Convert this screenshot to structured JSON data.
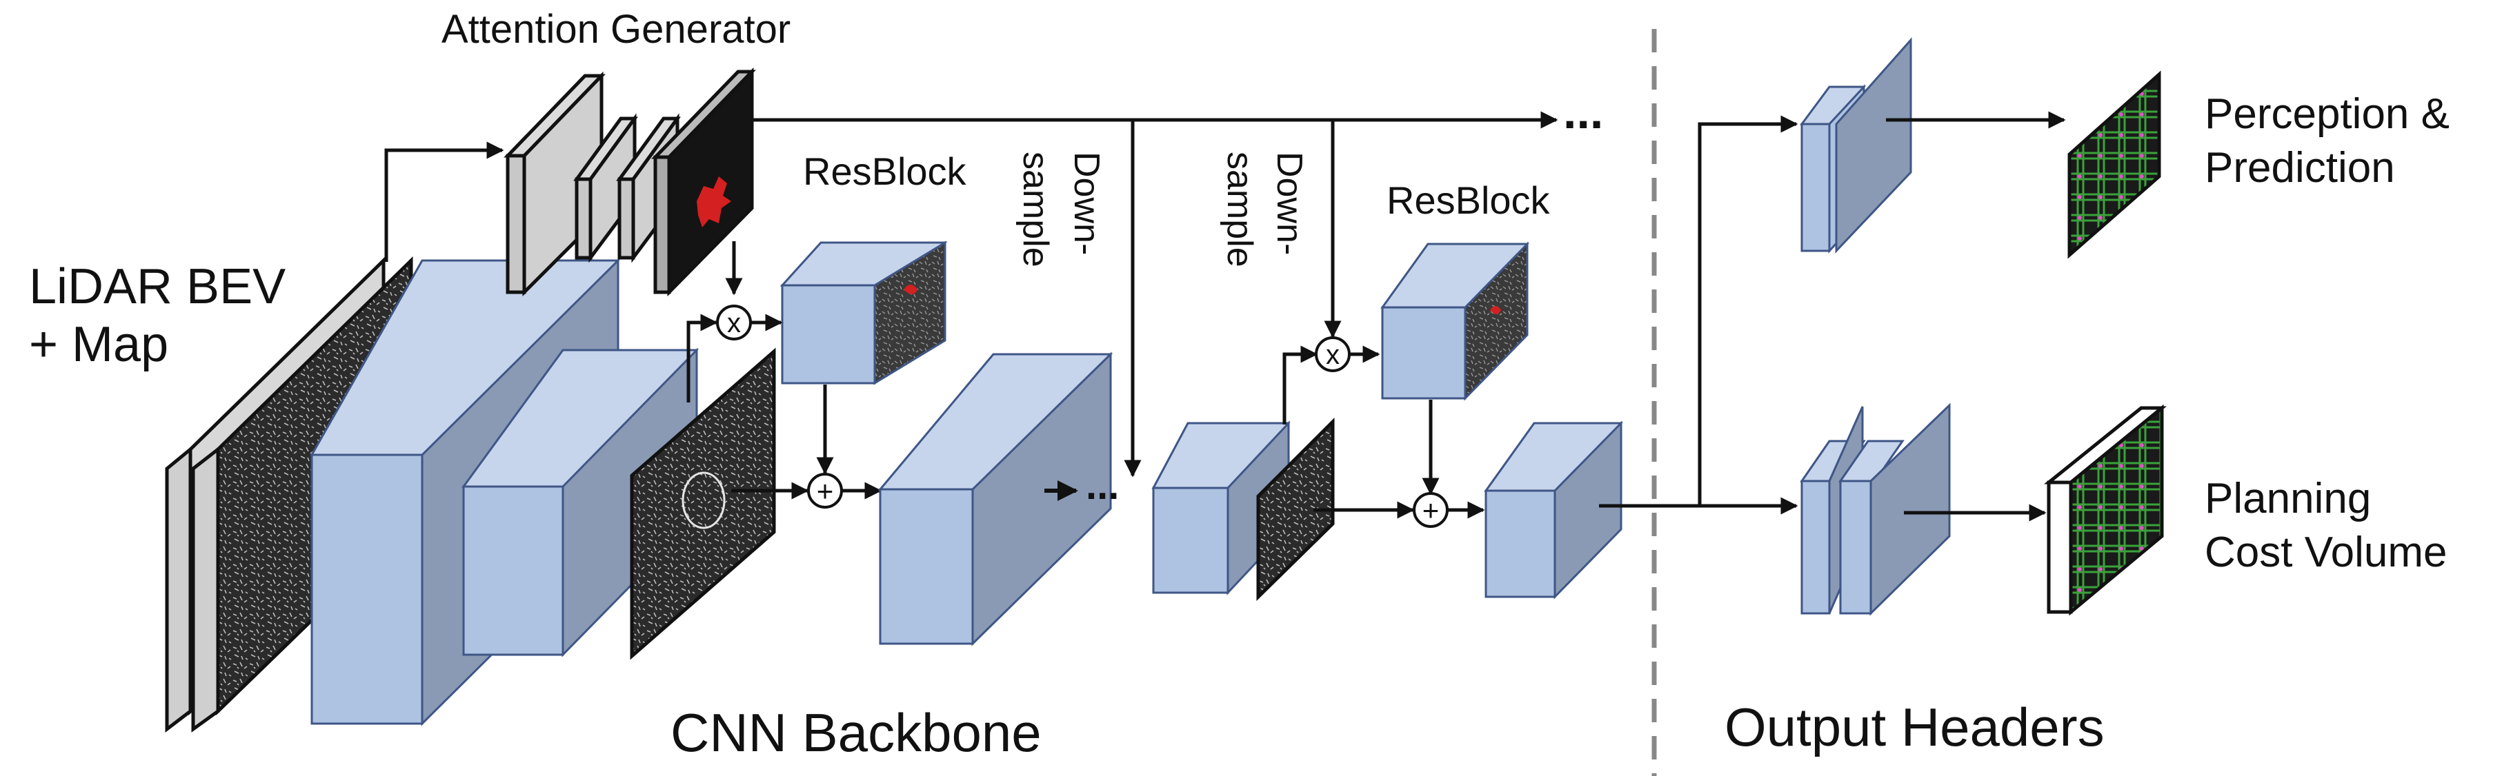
{
  "labels": {
    "attention_generator": "Attention Generator",
    "lidar_line1": "LiDAR BEV",
    "lidar_line2": "+ Map",
    "resblock_1": "ResBlock",
    "resblock_2": "ResBlock",
    "downsample_1_line1": "Down-",
    "downsample_1_line2": "sample",
    "downsample_2_line1": "Down-",
    "downsample_2_line2": "sample",
    "ellipsis": "...",
    "perception_line1": "Perception &",
    "perception_line2": "Prediction",
    "planning_line1": "Planning",
    "planning_line2": "Cost Volume",
    "cnn_backbone": "CNN Backbone",
    "output_headers": "Output Headers"
  },
  "operators": {
    "multiply": "x",
    "add": "+"
  },
  "colors": {
    "block_front": "#aec2e2",
    "block_top": "#c6d4ec",
    "block_side": "#8a9ab5",
    "block_edge": "#3f5686",
    "attention_map": "#d42020",
    "feature_map_dark": "#2a2a2a",
    "divider": "#888888"
  }
}
